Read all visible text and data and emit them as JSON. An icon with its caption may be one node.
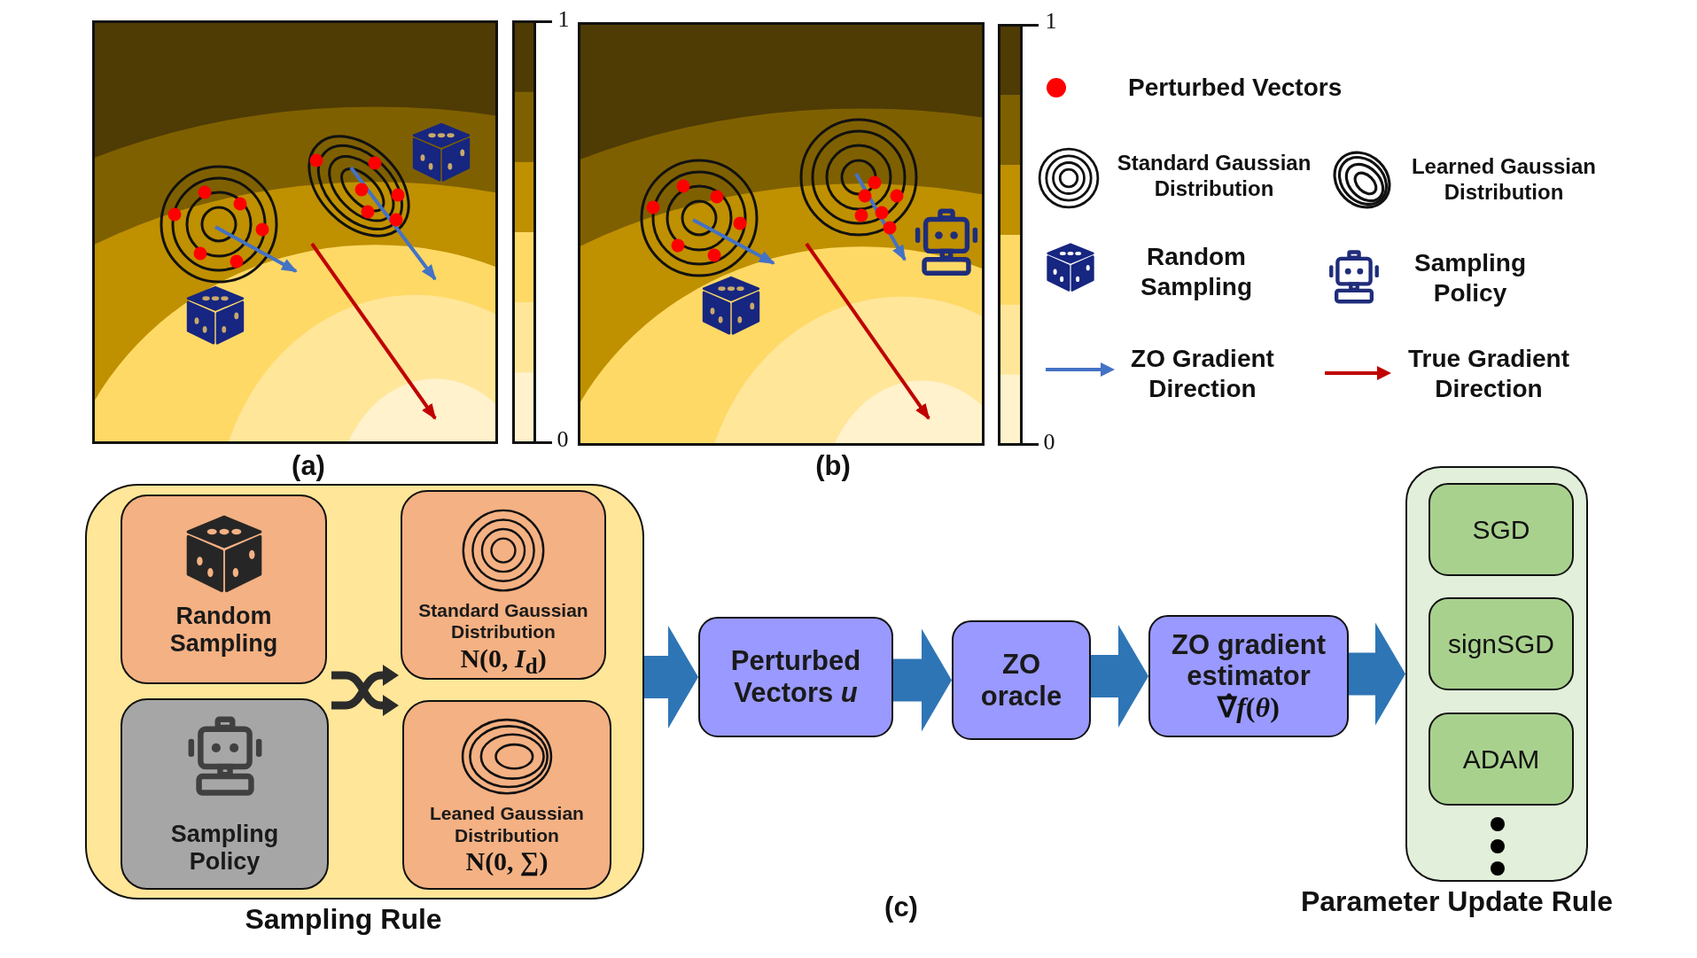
{
  "diagram": {
    "nodes": [
      {
        "text": [
          "Sampling Rule"
        ]
      },
      {
        "text": [
          "Random Sampling"
        ],
        "in": 0
      },
      {
        "text": [
          "Sampling Policy"
        ],
        "in": 0
      },
      {
        "text": [
          "Standard Gaussian Distribution",
          "N(0, *I*$_{d}$)"
        ],
        "in": 0
      },
      {
        "text": [
          "Leaned Gaussian Distribution",
          "N(0, ∑)"
        ],
        "in": 0
      },
      {
        "text": [
          "Perturbed Vectors *u*"
        ]
      },
      {
        "text": [
          "ZO oracle"
        ]
      },
      {
        "text": [
          "ZO gradient estimator",
          "∇̂*f*(*θ*)"
        ]
      },
      {
        "text": [
          "Parameter Update Rule"
        ]
      },
      {
        "text": [
          "SGD"
        ],
        "in": 8
      },
      {
        "text": [
          "signSGD"
        ],
        "in": 8
      },
      {
        "text": [
          "ADAM"
        ],
        "in": 8
      }
    ],
    "edges": [
      {
        "from": 0,
        "to": 5,
        "arrow": "to"
      },
      {
        "from": 5,
        "to": 6,
        "arrow": "to"
      },
      {
        "from": 6,
        "to": 7,
        "arrow": "to"
      },
      {
        "from": 7,
        "to": 8,
        "arrow": "to"
      }
    ],
    "labels": [
      "1",
      "0",
      "(a)",
      "1",
      "0",
      "(b)",
      "(c)"
    ],
    "legend": [
      {
        "text": "Perturbed Vectors"
      },
      {
        "text": "Standard Gaussian Distribution"
      },
      {
        "text": "Learned Gaussian Distribution"
      },
      {
        "text": "Random Sampling"
      },
      {
        "text": "Sampling Policy"
      },
      {
        "text": "ZO Gradient Direction"
      },
      {
        "text": "True Gradient Direction"
      }
    ]
  }
}
